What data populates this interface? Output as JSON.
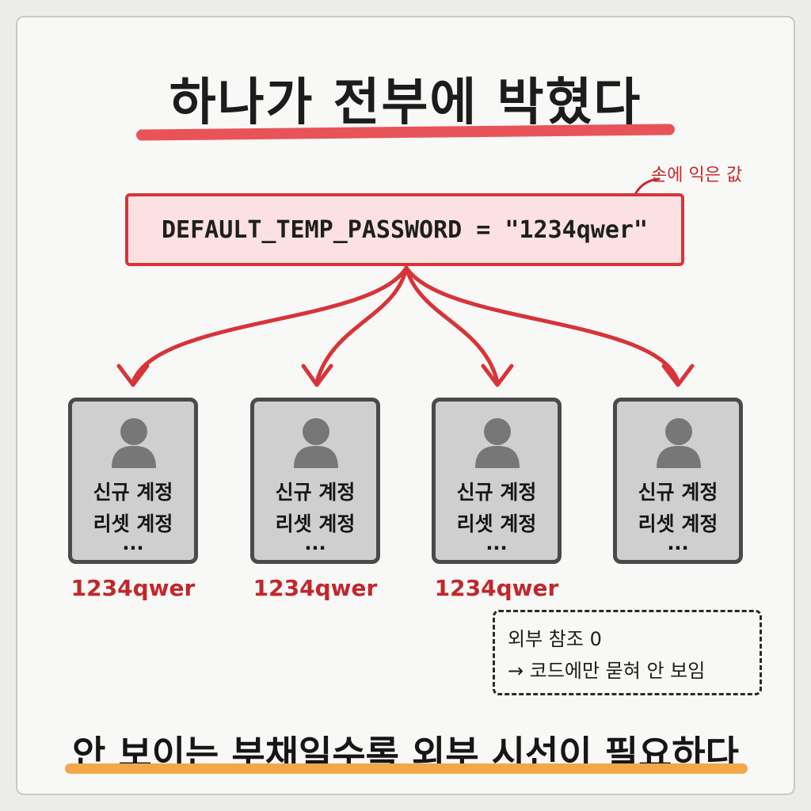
{
  "title": "하나가 전부에 박혔다",
  "note": "손에 익은 값",
  "code": "DEFAULT_TEMP_PASSWORD = \"1234qwer\"",
  "cards": [
    {
      "line1": "신규 계정",
      "line2": "리셋 계정",
      "line3": "...",
      "value": "1234qwer"
    },
    {
      "line1": "신규 계정",
      "line2": "리셋 계정",
      "line3": "...",
      "value": "1234qwer"
    },
    {
      "line1": "신규 계정",
      "line2": "리셋 계정",
      "line3": "...",
      "value": "1234qwer"
    },
    {
      "line1": "신규 계정",
      "line2": "리셋 계정",
      "line3": "..."
    }
  ],
  "callout": {
    "line1": "외부 참조 0",
    "line2": "→ 코드에만 묻혀 안 보임"
  },
  "footer": "안 보이는 부채일수록 외부 시선이 필요하다",
  "colors": {
    "accent_red": "#d7343a",
    "code_fill": "#fbe1e1",
    "value_red": "#c1272d",
    "title_underline": "#e8535a",
    "footer_underline": "#f4a64a",
    "card_fill": "#cfcfcf"
  }
}
